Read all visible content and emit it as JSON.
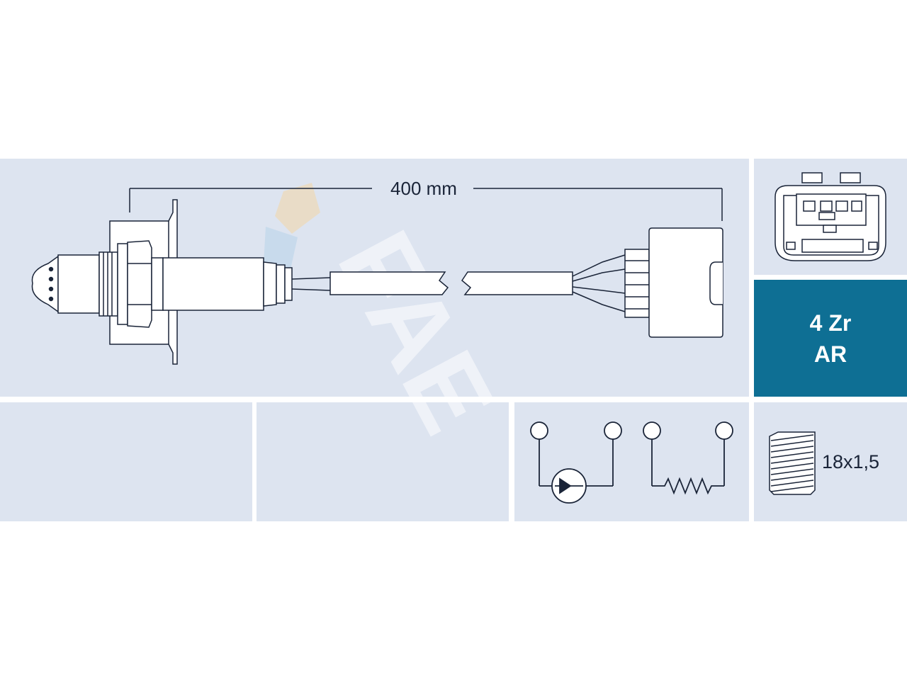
{
  "dimension": {
    "length_label": "400 mm"
  },
  "spec": {
    "line1": "4 Zr",
    "line2": "AR"
  },
  "thread": {
    "label": "18x1,5"
  },
  "watermark": {
    "text": "FAE"
  },
  "colors": {
    "panel": "#dde4f0",
    "accent": "#0e6f94",
    "line": "#1a2438",
    "part_fill": "#ffffff"
  },
  "icons": [
    "oxygen-sensor-drawing",
    "connector-plug-icon",
    "sensor-element-symbol",
    "heater-resistor-symbol",
    "thread-icon"
  ]
}
